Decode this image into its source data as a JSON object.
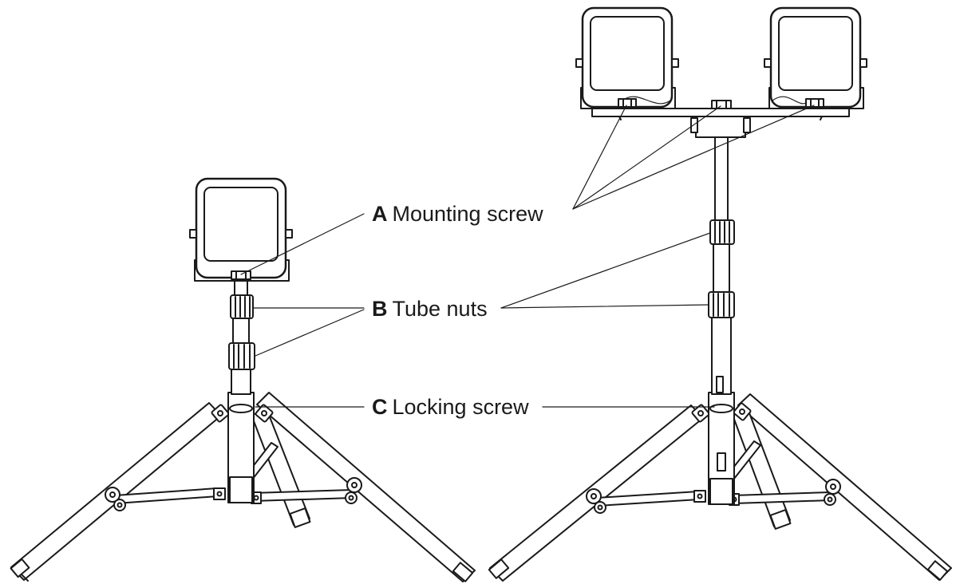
{
  "callouts": [
    {
      "letter": "A",
      "text": "Mounting screw"
    },
    {
      "letter": "B",
      "text": "Tube nuts"
    },
    {
      "letter": "C",
      "text": "Locking screw"
    }
  ],
  "colors": {
    "stroke": "#1a1a1a",
    "fill": "#ffffff",
    "shade": "#e6e6e6"
  }
}
